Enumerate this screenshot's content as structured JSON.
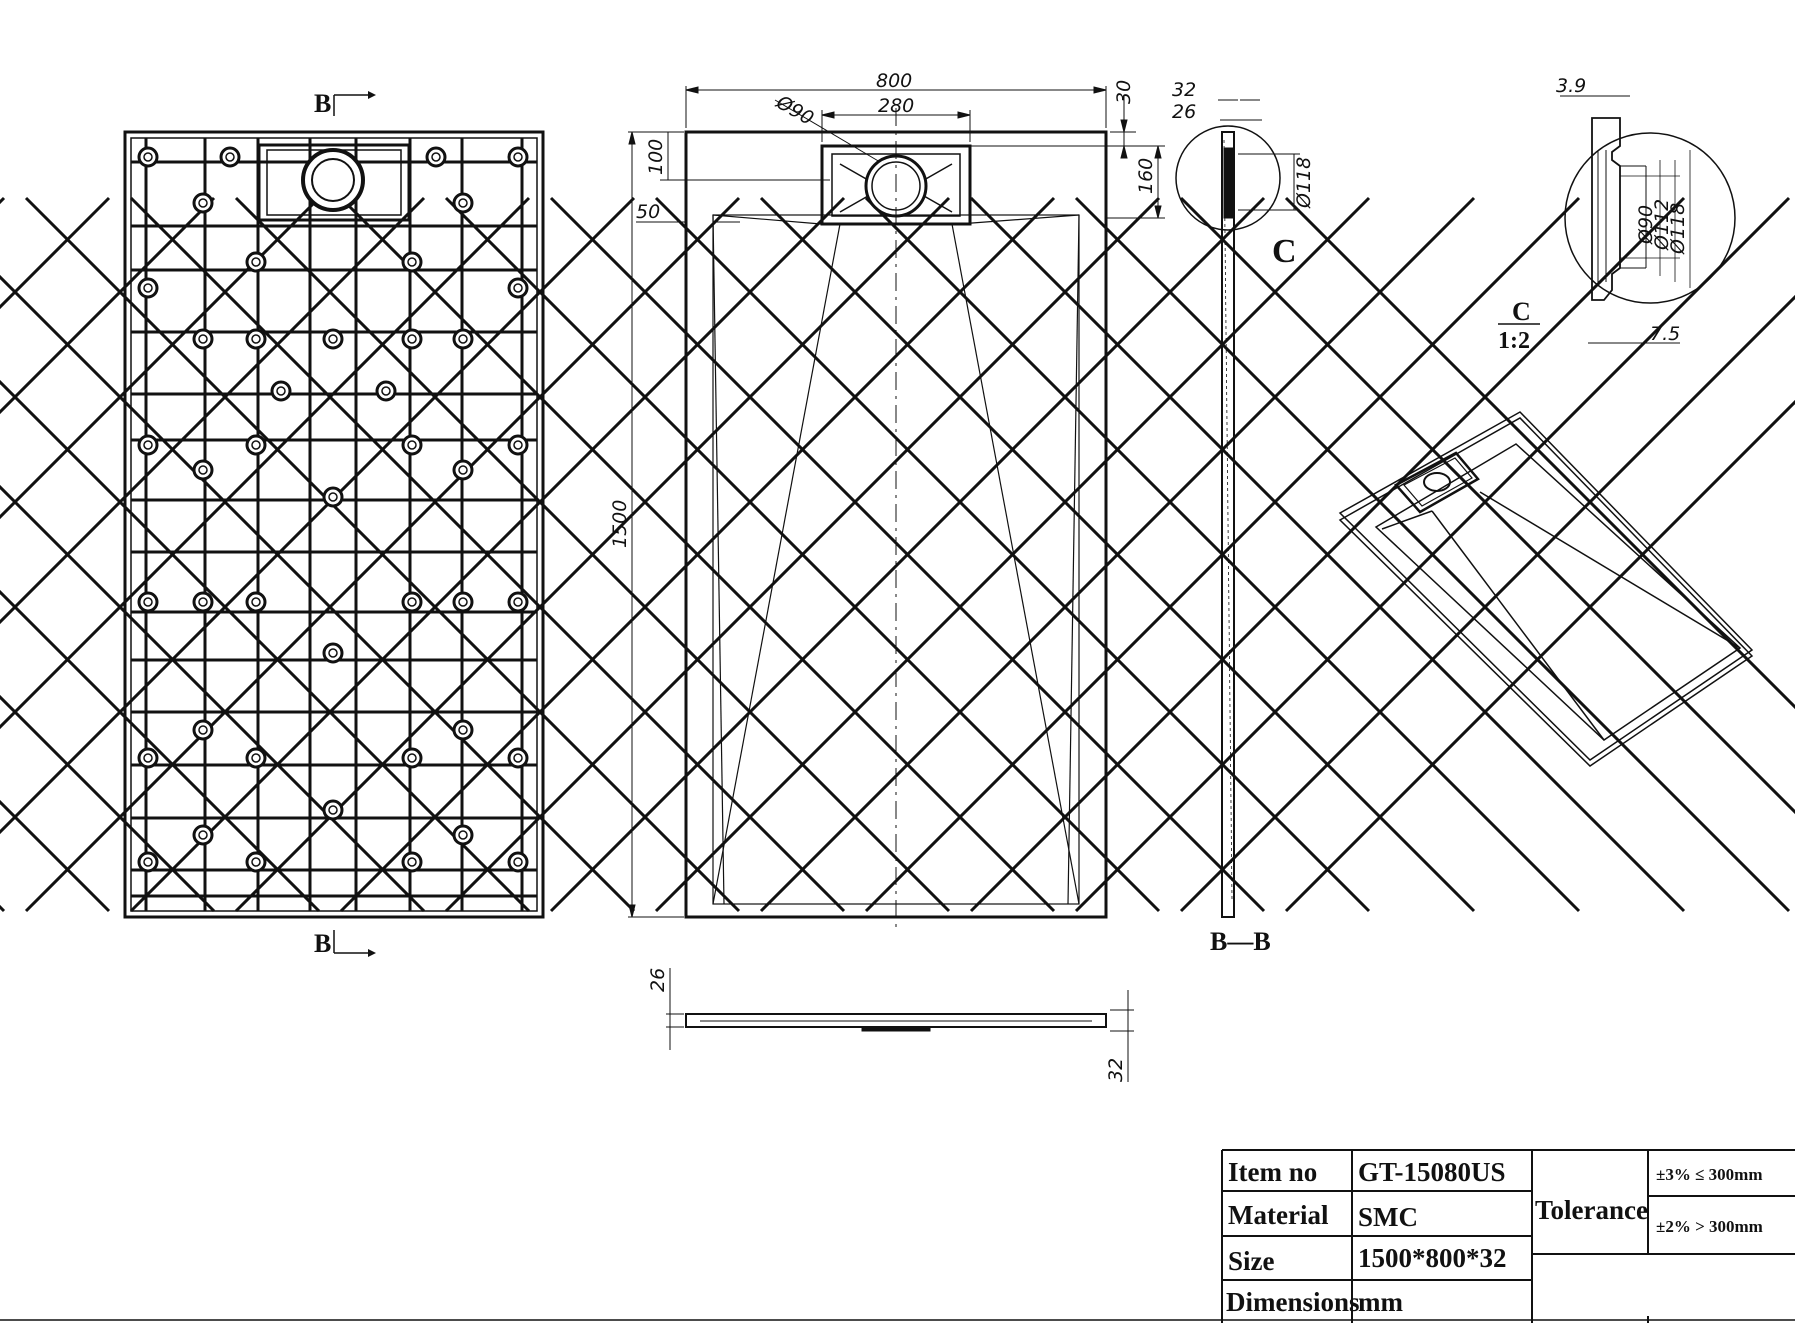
{
  "section_labels": {
    "b_top": "B",
    "b_bottom": "B",
    "c_marker": "C",
    "section_bb": "B—B",
    "detail_c": "C",
    "detail_scale": "1:2"
  },
  "dimensions": {
    "width_800": "800",
    "drain_280": "280",
    "diam_90": "Ø90",
    "offset_100": "100",
    "offset_30": "30",
    "offset_160": "160",
    "offset_50": "50",
    "length_1500": "1500",
    "thick_26": "26",
    "thick_32": "32",
    "side_32": "32",
    "side_26": "26",
    "side_diam_118": "Ø118",
    "detail_3_9": "3.9",
    "detail_diam_90": "Ø90",
    "detail_diam_112": "Ø112",
    "detail_diam_118": "Ø118",
    "detail_7_5": "7.5"
  },
  "title_block": {
    "item_label": "Item no",
    "item_value": "GT-15080US",
    "material_label": "Material",
    "material_value": "SMC",
    "size_label": "Size",
    "size_value": "1500*800*32",
    "dimensions_label": "Dimensions",
    "dimensions_value": "mm",
    "tolerance_label": "Tolerance",
    "tolerance_1": "±3% ≤ 300mm",
    "tolerance_2": "±2% > 300mm"
  }
}
